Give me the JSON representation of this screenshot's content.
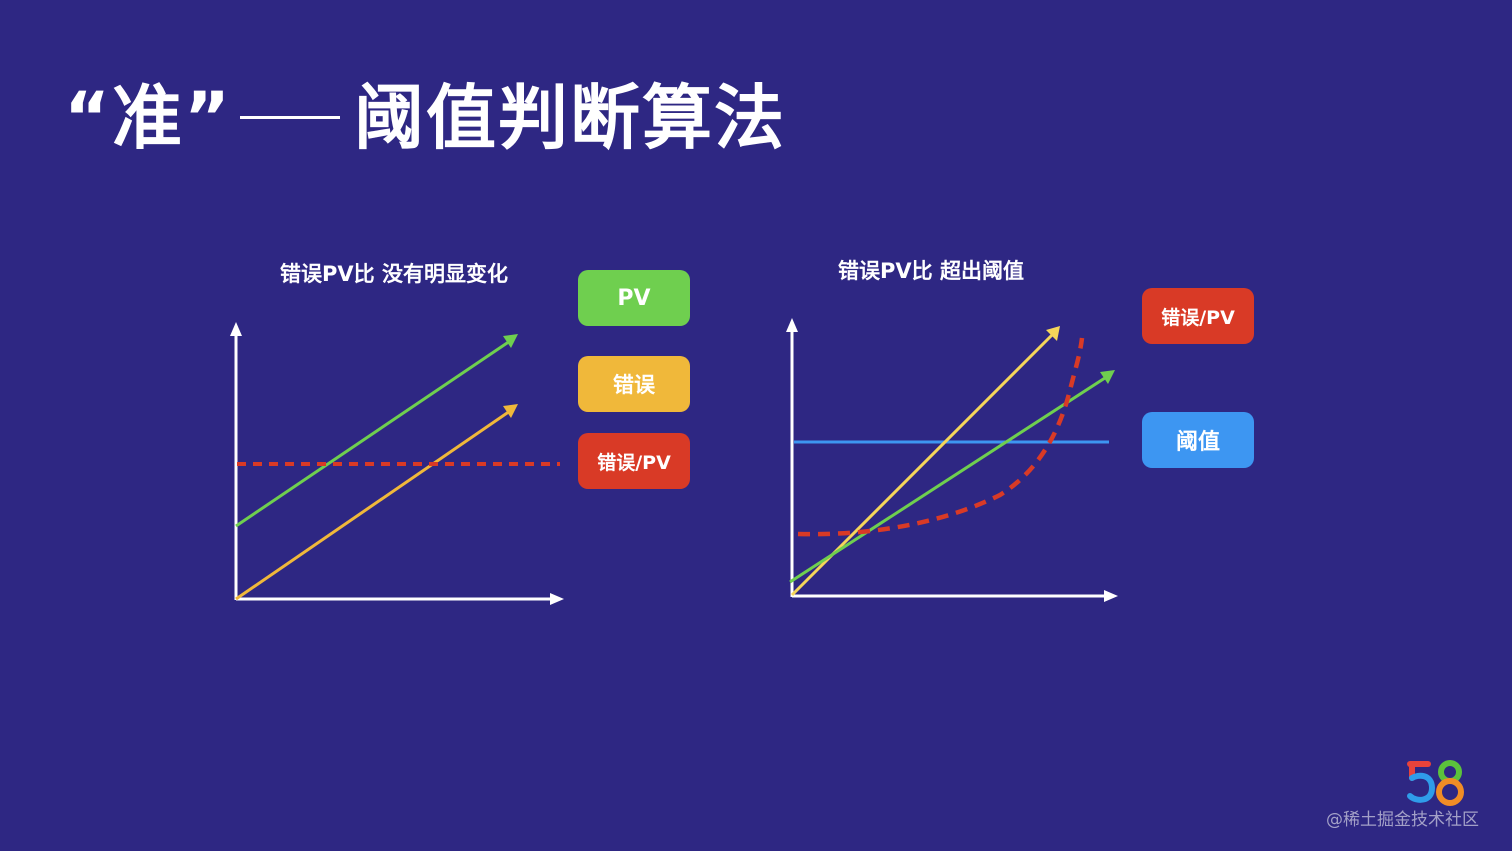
{
  "slide": {
    "title_quote": "“准”",
    "title_main": "阈值判断算法",
    "background": "#2e2783"
  },
  "left_chart": {
    "title": "错误PV比 没有明显变化",
    "legend": [
      {
        "label": "PV",
        "color": "#6fcf4f"
      },
      {
        "label": "错误",
        "color": "#f0b83a"
      },
      {
        "label": "错误/PV",
        "color": "#d93a26"
      }
    ]
  },
  "right_chart": {
    "title": "错误PV比 超出阈值",
    "legend": [
      {
        "label": "错误/PV",
        "color": "#d93a26"
      },
      {
        "label": "阈值",
        "color": "#3d96f2"
      }
    ]
  },
  "chart_data": [
    {
      "type": "line",
      "title": "错误PV比 没有明显变化",
      "xlabel": "",
      "ylabel": "",
      "series": [
        {
          "name": "PV",
          "color": "#6fcf4f",
          "style": "solid-arrow",
          "points": [
            [
              0,
              0.27
            ],
            [
              1,
              0.97
            ]
          ]
        },
        {
          "name": "错误",
          "color": "#f0b83a",
          "style": "solid-arrow",
          "points": [
            [
              0,
              0.0
            ],
            [
              1,
              0.71
            ]
          ]
        },
        {
          "name": "错误/PV",
          "color": "#d93a26",
          "style": "dashed",
          "points": [
            [
              0,
              0.49
            ],
            [
              1.2,
              0.49
            ]
          ]
        }
      ],
      "grid": false
    },
    {
      "type": "line",
      "title": "错误PV比 超出阈值",
      "xlabel": "",
      "ylabel": "",
      "series": [
        {
          "name": "错误",
          "color": "#f5d65a",
          "style": "solid-arrow",
          "points": [
            [
              0,
              0.0
            ],
            [
              0.84,
              0.98
            ]
          ]
        },
        {
          "name": "PV",
          "color": "#6fcf4f",
          "style": "solid-arrow",
          "points": [
            [
              0,
              0.05
            ],
            [
              1.0,
              0.82
            ]
          ]
        },
        {
          "name": "错误/PV",
          "color": "#d93a26",
          "style": "dashed",
          "points": [
            [
              0.02,
              0.23
            ],
            [
              0.25,
              0.24
            ],
            [
              0.5,
              0.3
            ],
            [
              0.68,
              0.42
            ],
            [
              0.78,
              0.6
            ],
            [
              0.84,
              0.85
            ],
            [
              0.87,
              0.94
            ]
          ]
        },
        {
          "name": "阈值",
          "color": "#3d96f2",
          "style": "solid",
          "points": [
            [
              0,
              0.57
            ],
            [
              1.0,
              0.57
            ]
          ]
        }
      ],
      "grid": false
    }
  ],
  "watermark": {
    "text": "@稀土掘金技术社区",
    "logo": "58"
  }
}
